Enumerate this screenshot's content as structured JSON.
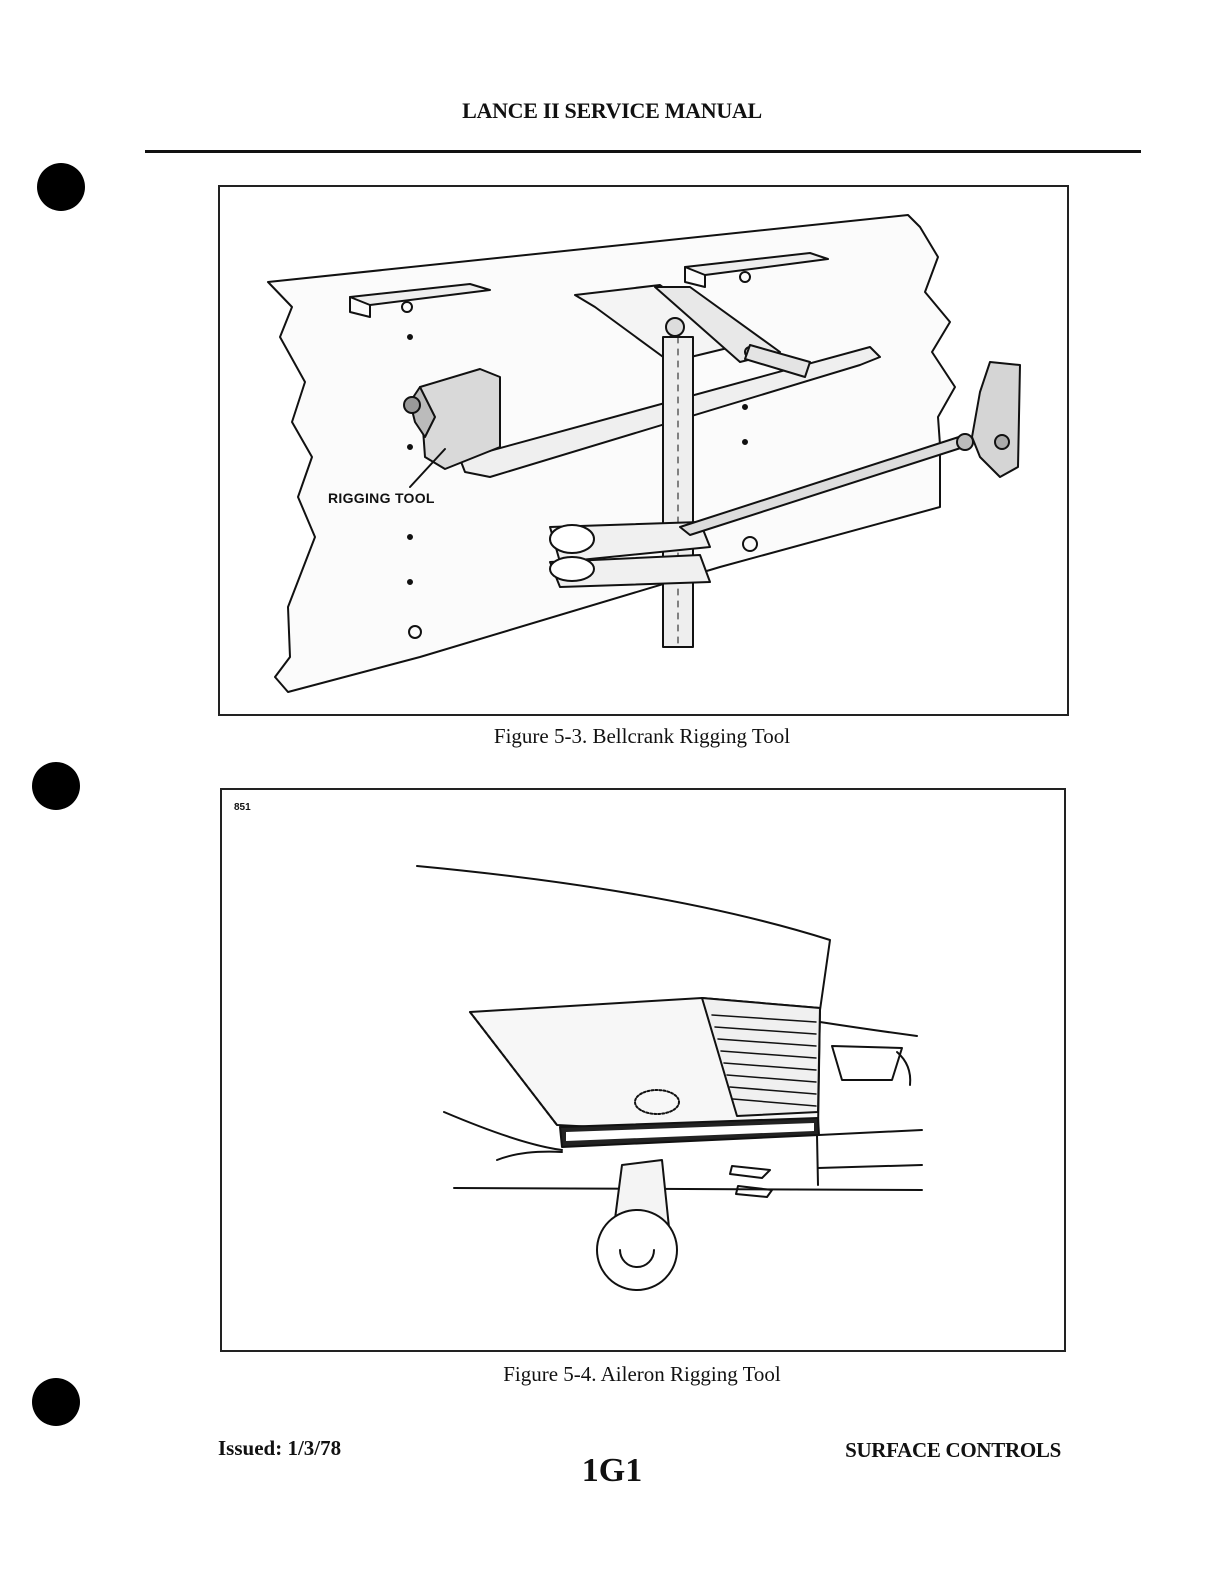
{
  "header": {
    "title": "LANCE II SERVICE MANUAL"
  },
  "figure_5_3": {
    "callout": "RIGGING TOOL",
    "caption": "Figure 5-3.  Bellcrank Rigging Tool"
  },
  "figure_5_4": {
    "code": "851",
    "caption": "Figure 5-4.  Aileron Rigging Tool"
  },
  "footer": {
    "issued": "Issued: 1/3/78",
    "page_code": "1G1",
    "section": "SURFACE CONTROLS"
  }
}
